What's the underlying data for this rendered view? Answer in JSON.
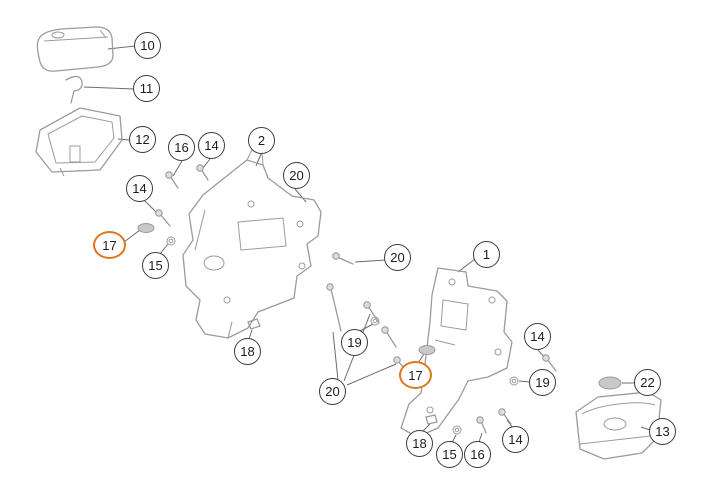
{
  "colors": {
    "highlight": "#e0761c",
    "ring": "#3b3b3b",
    "art": "#9b9b9b",
    "leader": "#6b6b6b"
  },
  "callouts": [
    {
      "label": "10",
      "state": "normal"
    },
    {
      "label": "11",
      "state": "normal"
    },
    {
      "label": "12",
      "state": "normal"
    },
    {
      "label": "16",
      "state": "normal"
    },
    {
      "label": "14",
      "state": "normal"
    },
    {
      "label": "2",
      "state": "normal"
    },
    {
      "label": "20",
      "state": "normal"
    },
    {
      "label": "14",
      "state": "normal"
    },
    {
      "label": "17",
      "state": "highlighted"
    },
    {
      "label": "15",
      "state": "normal"
    },
    {
      "label": "18",
      "state": "normal"
    },
    {
      "label": "20",
      "state": "normal"
    },
    {
      "label": "1",
      "state": "normal"
    },
    {
      "label": "19",
      "state": "normal"
    },
    {
      "label": "17",
      "state": "highlighted"
    },
    {
      "label": "20",
      "state": "normal"
    },
    {
      "label": "14",
      "state": "normal"
    },
    {
      "label": "19",
      "state": "normal"
    },
    {
      "label": "22",
      "state": "normal"
    },
    {
      "label": "13",
      "state": "normal"
    },
    {
      "label": "18",
      "state": "normal"
    },
    {
      "label": "15",
      "state": "normal"
    },
    {
      "label": "16",
      "state": "normal"
    },
    {
      "label": "14",
      "state": "normal"
    }
  ]
}
